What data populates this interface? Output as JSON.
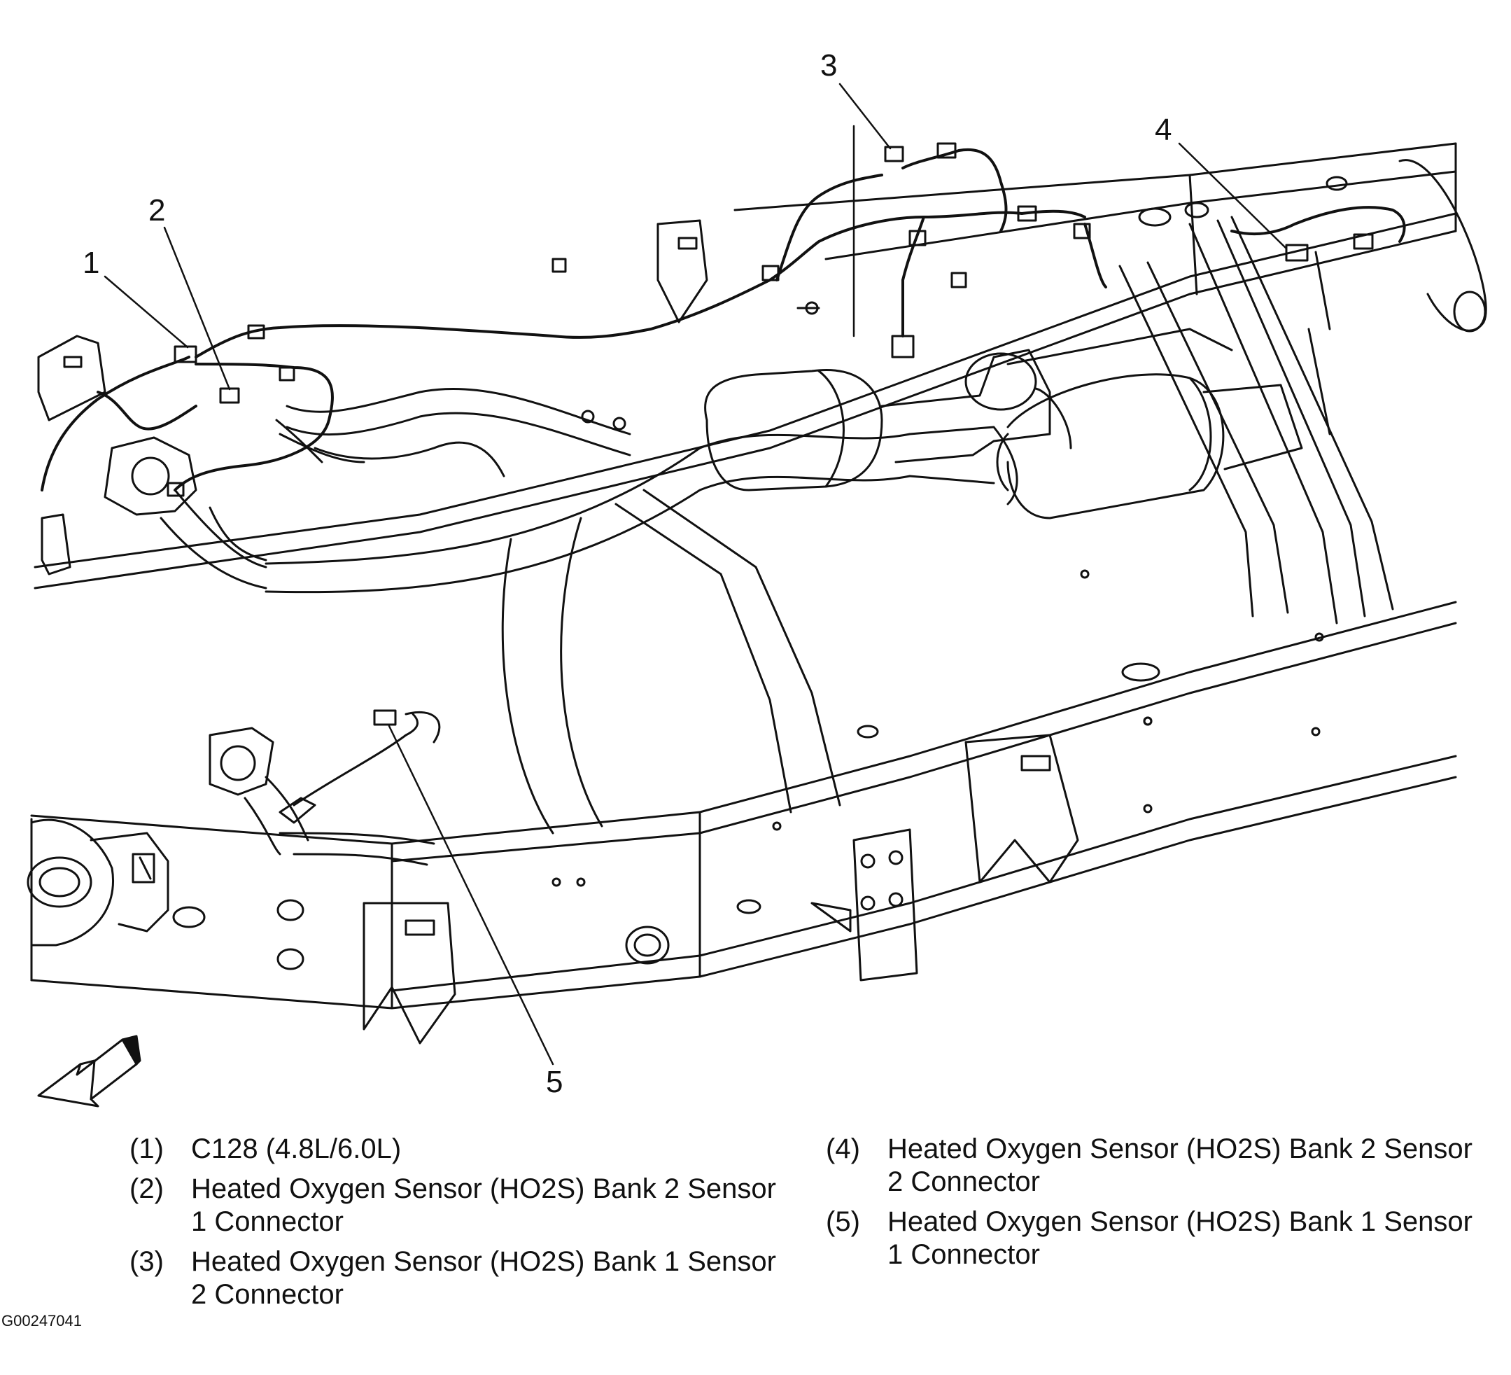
{
  "callouts": [
    {
      "id": "1",
      "label": "1"
    },
    {
      "id": "2",
      "label": "2"
    },
    {
      "id": "3",
      "label": "3"
    },
    {
      "id": "4",
      "label": "4"
    },
    {
      "id": "5",
      "label": "5"
    }
  ],
  "legend": [
    {
      "key": "(1)",
      "text": "C128 (4.8L/6.0L)"
    },
    {
      "key": "(2)",
      "text": "Heated Oxygen Sensor (HO2S) Bank 2 Sensor 1 Connector"
    },
    {
      "key": "(3)",
      "text": "Heated Oxygen Sensor (HO2S) Bank 1 Sensor 2 Connector"
    },
    {
      "key": "(4)",
      "text": "Heated Oxygen Sensor (HO2S) Bank 2 Sensor 2 Connector"
    },
    {
      "key": "(5)",
      "text": "Heated Oxygen Sensor (HO2S) Bank 1 Sensor 1 Connector"
    }
  ],
  "figure_id": "G00247041",
  "icons": {
    "front_arrow": "front-direction-arrow-icon"
  }
}
